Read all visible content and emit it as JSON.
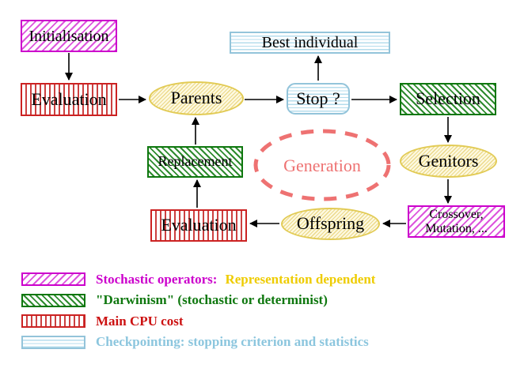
{
  "nodes": {
    "initialisation": "Initialisation",
    "evaluation_top": "Evaluation",
    "parents": "Parents",
    "best_individual": "Best individual",
    "stop": "Stop ?",
    "selection": "Selection",
    "genitors": "Genitors",
    "crossover_line1": "Crossover,",
    "crossover_line2": "Mutation, ...",
    "offspring": "Offspring",
    "evaluation_bottom": "Evaluation",
    "replacement": "Replacement",
    "generation": "Generation"
  },
  "legend": {
    "rows": [
      {
        "swatch": "magenta-diagonal-hatch",
        "primary": "Stochastic operators:",
        "secondary": "Representation dependent"
      },
      {
        "swatch": "green-diagonal-hatch",
        "primary": "\"Darwinism\" (stochastic or determinist)",
        "secondary": ""
      },
      {
        "swatch": "red-vertical-stripes",
        "primary": "Main CPU cost",
        "secondary": ""
      },
      {
        "swatch": "cyan-horizontal-stripes",
        "primary": "Checkpointing: stopping criterion and statistics",
        "secondary": ""
      }
    ]
  },
  "colors": {
    "magenta_border": "#cc00cc",
    "magenta_text": "#cc00cc",
    "gold_text": "#eecc00",
    "green": "#0e770e",
    "red": "#cc2222",
    "red_text": "#cc1111",
    "light_blue": "#93c4da",
    "light_blue_text": "#8cc6de",
    "yellow_border": "#e2cb55",
    "yellow_fill": "#fdf9e1",
    "salmon": "#ee7272",
    "arrow_black": "#000000"
  }
}
